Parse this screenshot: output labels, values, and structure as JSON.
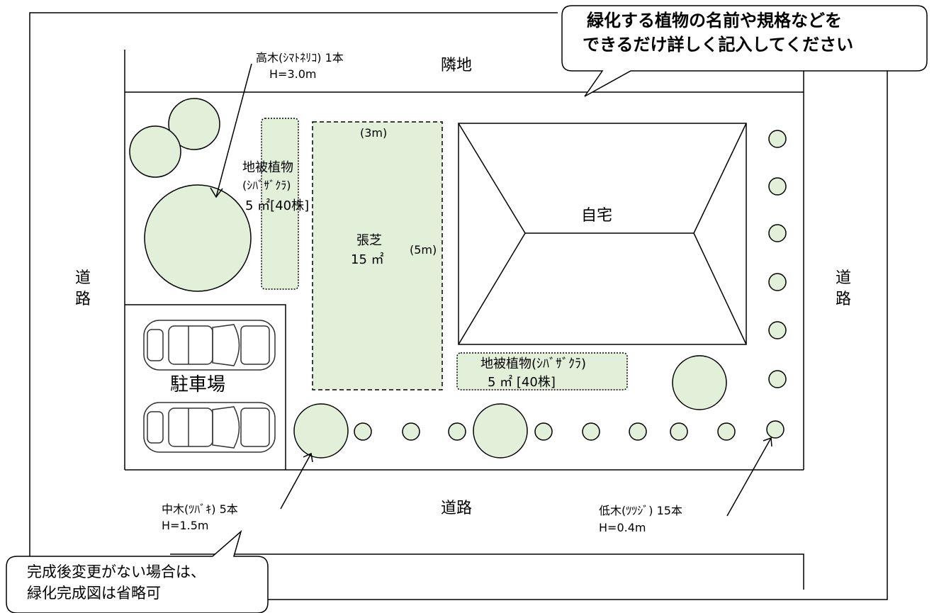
{
  "callout_top": {
    "line1": "緑化する植物の名前や規格などを",
    "line2": "できるだけ詳しく記入してください"
  },
  "callout_bottom": {
    "line1": "完成後変更がない場合は、",
    "line2": "緑化完成図は省略可"
  },
  "labels": {
    "neighbor": "隣地",
    "road_left": "道\n路",
    "road_right": "道\n路",
    "road_bottom": "道路",
    "house": "自宅",
    "parking": "駐車場"
  },
  "plants": {
    "tall_tree": {
      "line1": "高木(ｼﾏﾄﾈﾘｺ) 1本",
      "line2": "H=3.0m"
    },
    "ground_cover_left": {
      "line1": "地被植物",
      "line2": "(ｼﾊﾞｻﾞｸﾗ)",
      "line3": "5 ㎡[40株]"
    },
    "lawn": {
      "line1": "張芝",
      "line2": "15 ㎡",
      "dim_width": "(3m)",
      "dim_height": "(5m)"
    },
    "ground_cover_right": {
      "line1": "地被植物(ｼﾊﾞｻﾞｸﾗ)",
      "line2": "5 ㎡ [40株]"
    },
    "mid_tree": {
      "line1": "中木(ﾂﾊﾞｷ) 5本",
      "line2": "H=1.5m"
    },
    "low_tree": {
      "line1": "低木(ﾂﾂｼﾞ) 15本",
      "line2": "H=0.4m"
    }
  },
  "colors": {
    "plant_fill": "#e2efd9",
    "line": "#000000"
  }
}
